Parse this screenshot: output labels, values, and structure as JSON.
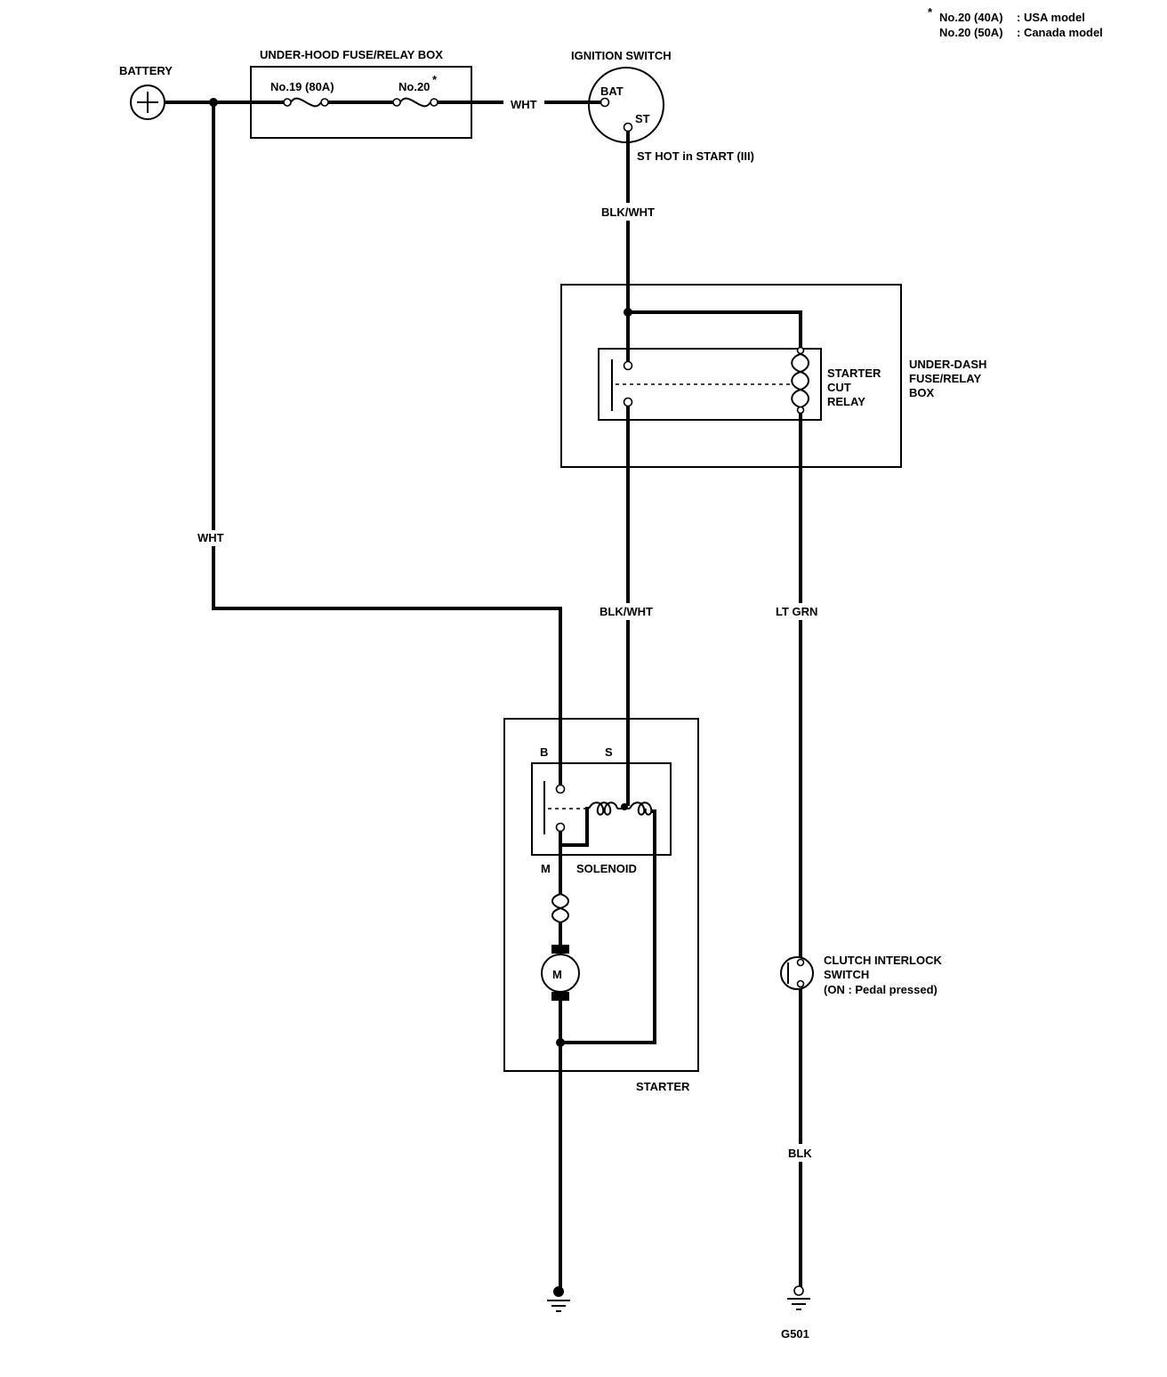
{
  "notes": {
    "asterisk": "*",
    "line1_fuse": "No.20 (40A)",
    "line1_model": ": USA model",
    "line2_fuse": "No.20 (50A)",
    "line2_model": ": Canada model"
  },
  "battery": {
    "label": "BATTERY",
    "symbol": "+"
  },
  "under_hood_box": {
    "label": "UNDER-HOOD FUSE/RELAY BOX",
    "fuse_19": "No.19 (80A)",
    "fuse_20": "No.20",
    "fuse_20_mark": "*"
  },
  "ignition_switch": {
    "label": "IGNITION SWITCH",
    "bat_terminal": "BAT",
    "st_terminal": "ST",
    "note": "ST HOT in START (III)"
  },
  "wires": {
    "battery_to_ignition": "WHT",
    "battery_to_starter": "WHT",
    "ignition_to_relay": "BLK/WHT",
    "relay_to_starter": "BLK/WHT",
    "relay_to_clutch": "LT GRN",
    "clutch_to_ground": "BLK"
  },
  "relay": {
    "name_line1": "STARTER",
    "name_line2": "CUT",
    "name_line3": "RELAY",
    "box_line1": "UNDER-DASH",
    "box_line2": "FUSE/RELAY",
    "box_line3": "BOX"
  },
  "starter": {
    "label": "STARTER",
    "terminal_b": "B",
    "terminal_s": "S",
    "terminal_m": "M",
    "solenoid": "SOLENOID",
    "motor": "M"
  },
  "clutch_switch": {
    "line1": "CLUTCH INTERLOCK",
    "line2": "SWITCH",
    "line3": "(ON : Pedal pressed)"
  },
  "ground": {
    "label": "G501"
  }
}
